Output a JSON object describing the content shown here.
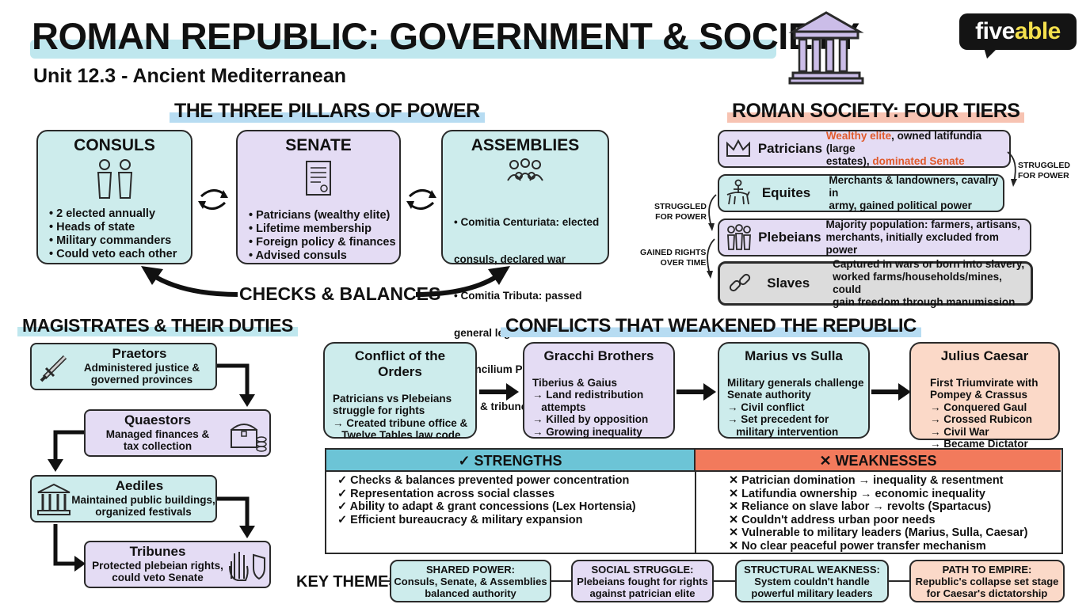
{
  "header": {
    "title": "ROMAN REPUBLIC: GOVERNMENT & SOCIETY",
    "subtitle": "Unit 12.3 - Ancient Mediterranean",
    "logo_part1": "five",
    "logo_part2": "able"
  },
  "pillars": {
    "heading": "THE THREE PILLARS OF POWER",
    "consuls": {
      "title": "CONSULS",
      "items": [
        "• 2 elected annually",
        "• Heads of state",
        "• Military commanders",
        "• Could veto each other"
      ]
    },
    "senate": {
      "title": "SENATE",
      "items": [
        "• Patricians (wealthy elite)",
        "• Lifetime membership",
        "• Foreign policy & finances",
        "• Advised consuls"
      ]
    },
    "assemblies": {
      "title": "ASSEMBLIES",
      "items": [
        "• Comitia Centuriata: elected",
        "  consuls, declared war",
        "• Comitia Tributa: passed",
        "  general legislation",
        "• Concilium Plebis: plebeian",
        "  laws & tribunes"
      ]
    },
    "checks_label": "CHECKS & BALANCES"
  },
  "society": {
    "heading": "ROMAN SOCIETY: FOUR TIERS",
    "tiers": [
      {
        "name": "Patricians",
        "desc_red1": "Wealthy elite",
        "desc1": ", owned latifundia (large",
        "desc2": "estates), ",
        "desc_red2": "dominated Senate"
      },
      {
        "name": "Equites",
        "desc1": "Merchants & landowners, cavalry in",
        "desc2": "army, gained political power"
      },
      {
        "name": "Plebeians",
        "desc1": "Majority population: farmers, artisans,",
        "desc2": "merchants, initially excluded from power"
      },
      {
        "name": "Slaves",
        "desc1": "Captured in wars or born into slavery,",
        "desc2": "worked farms/households/mines, could",
        "desc3": "gain freedom through manumission"
      }
    ],
    "notes": {
      "struggled_right_1": "STRUGGLED",
      "struggled_right_2": "FOR POWER",
      "struggled_left_1": "STRUGGLED",
      "struggled_left_2": "FOR POWER",
      "gained_1": "GAINED RIGHTS",
      "gained_2": "OVER TIME"
    }
  },
  "magistrates": {
    "heading": "MAGISTRATES & THEIR DUTIES",
    "items": [
      {
        "title": "Praetors",
        "d1": "Administered justice &",
        "d2": "governed provinces"
      },
      {
        "title": "Quaestors",
        "d1": "Managed finances &",
        "d2": "tax collection"
      },
      {
        "title": "Aediles",
        "d1": "Maintained public buildings,",
        "d2": "organized festivals"
      },
      {
        "title": "Tribunes",
        "d1": "Protected plebeian rights,",
        "d2": "could veto Senate"
      }
    ]
  },
  "conflicts": {
    "heading": "CONFLICTS THAT WEAKENED THE REPUBLIC",
    "items": [
      {
        "title": "Conflict of the Orders",
        "lines": [
          "Patricians vs Plebeians",
          "struggle for rights",
          "→ Created tribune office &",
          "   Twelve Tables law code"
        ]
      },
      {
        "title": "Gracchi Brothers",
        "lines": [
          "Tiberius & Gaius",
          "→ Land redistribution",
          "   attempts",
          "→ Killed by opposition",
          "→ Growing inequality"
        ]
      },
      {
        "title": "Marius vs Sulla",
        "lines": [
          "Military generals challenge",
          "Senate authority",
          "→ Civil conflict",
          "→ Set precedent for",
          "   military intervention"
        ]
      },
      {
        "title": "Julius Caesar",
        "lines": [
          "First Triumvirate with",
          "Pompey & Crassus",
          "→ Conquered Gaul",
          "→ Crossed Rubicon",
          "→ Civil War",
          "→ Became Dictator"
        ]
      }
    ]
  },
  "strengths": {
    "heading": "✓ STRENGTHS",
    "items": [
      "✓ Checks & balances prevented power concentration",
      "✓ Representation across social classes",
      "✓ Ability to adapt & grant concessions (Lex Hortensia)",
      "✓ Efficient bureaucracy & military expansion"
    ]
  },
  "weaknesses": {
    "heading": "✕ WEAKNESSES",
    "items": [
      "✕ Patrician domination → inequality & resentment",
      "✕ Latifundia ownership → economic inequality",
      "✕ Reliance on slave labor → revolts (Spartacus)",
      "✕ Couldn't address urban poor needs",
      "✕ Vulnerable to military leaders (Marius, Sulla, Caesar)",
      "✕ No clear peaceful power transfer mechanism"
    ]
  },
  "themes": {
    "label": "KEY THEMES",
    "items": [
      {
        "t": "SHARED POWER:",
        "l1": "Consuls, Senate, & Assemblies",
        "l2": "balanced authority"
      },
      {
        "t": "SOCIAL STRUGGLE:",
        "l1": "Plebeians fought for rights",
        "l2": "against patrician elite"
      },
      {
        "t": "STRUCTURAL WEAKNESS:",
        "l1": "System couldn't handle",
        "l2": "powerful military leaders"
      },
      {
        "t": "PATH TO EMPIRE:",
        "l1": "Republic's collapse set stage",
        "l2": "for Caesar's dictatorship"
      }
    ]
  },
  "colors": {
    "teal": "#cdecec",
    "lavender": "#e4dcf4",
    "peach": "#fbd9c8",
    "strength_bar": "#6cc4d6",
    "weakness_bar": "#f27a5c",
    "accent_red": "#e05a2c"
  }
}
